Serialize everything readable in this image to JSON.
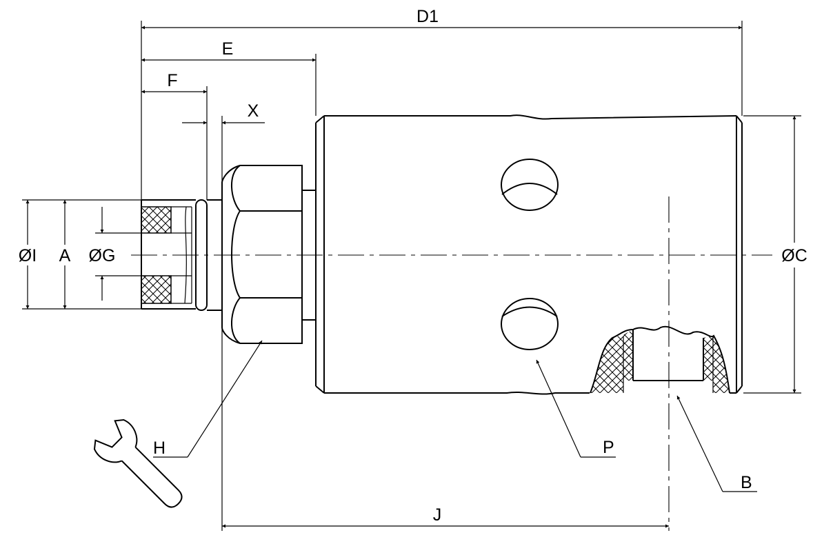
{
  "labels": {
    "d1": "D1",
    "e": "E",
    "f": "F",
    "x": "X",
    "oi": "ØI",
    "a": "A",
    "og": "ØG",
    "oc": "ØC",
    "h": "H",
    "p": "P",
    "b": "B",
    "j": "J"
  },
  "icons": {
    "tool": "wrench-icon"
  }
}
